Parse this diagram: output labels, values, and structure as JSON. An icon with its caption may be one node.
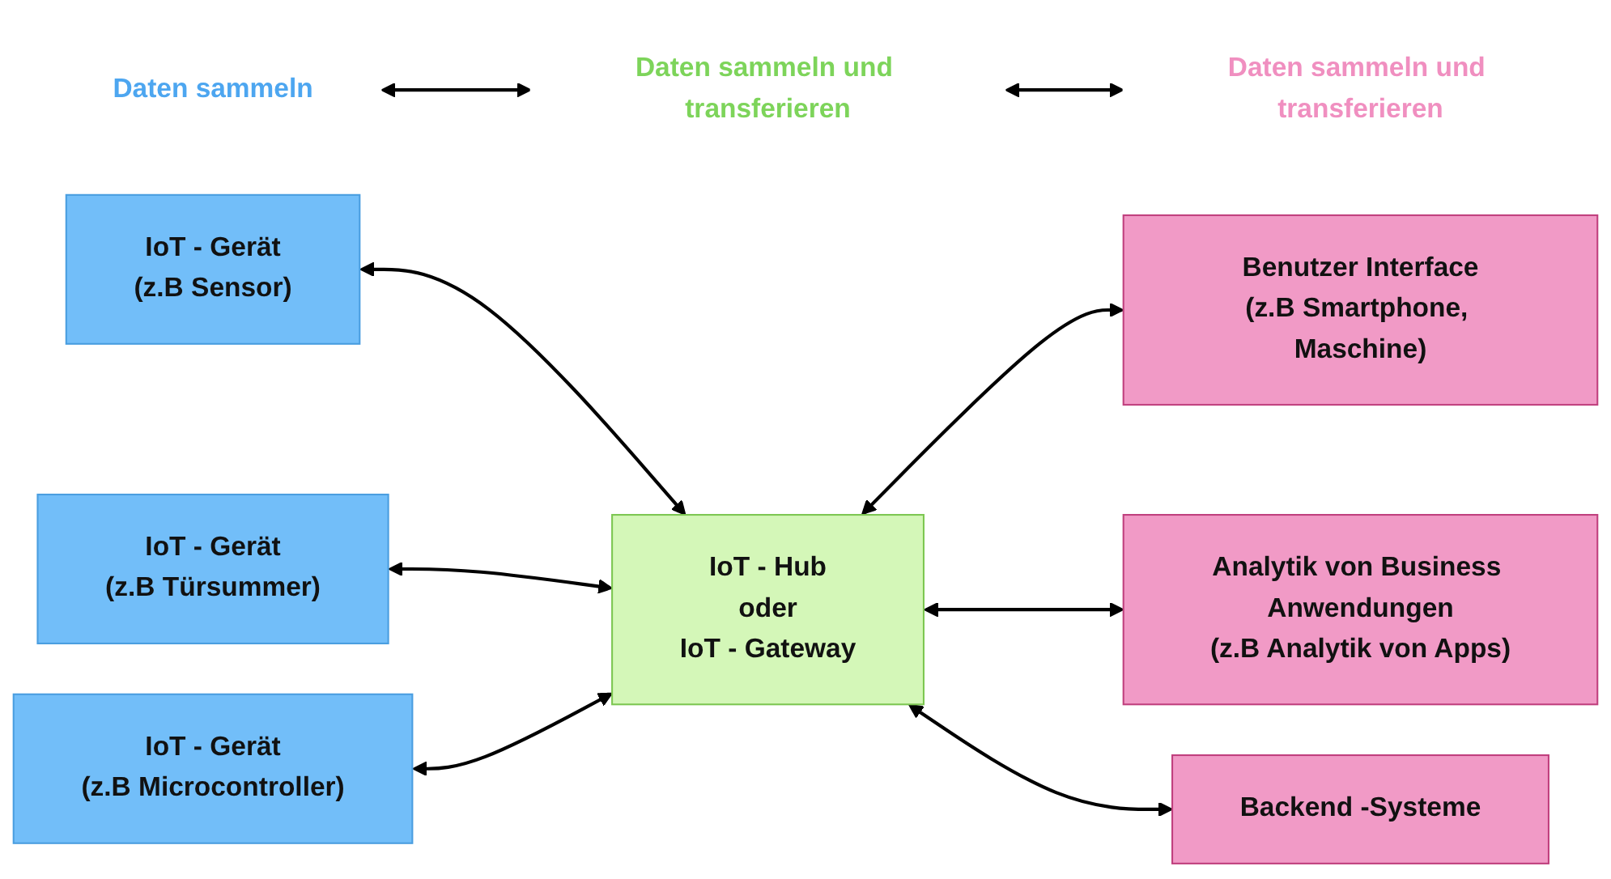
{
  "diagram": {
    "nodes": [
      {
        "text": [
          "Daten sammeln"
        ]
      },
      {
        "text": [
          "Daten sammeln und transferieren"
        ]
      },
      {
        "text": [
          "Daten sammeln und transferieren"
        ]
      },
      {
        "text": [
          "IoT - Gerät",
          "(z.B Sensor)"
        ]
      },
      {
        "text": [
          "IoT - Gerät",
          "(z.B Türsummer)"
        ]
      },
      {
        "text": [
          "IoT - Gerät",
          "(z.B Microcontroller)"
        ]
      },
      {
        "text": [
          "IoT - Hub",
          "oder",
          "IoT - Gateway"
        ]
      },
      {
        "text": [
          "Benutzer Interface",
          "(z.B Smartphone, Maschine)"
        ]
      },
      {
        "text": [
          "Analytik von Business Anwendungen",
          "(z.B Analytik von Apps)"
        ]
      },
      {
        "text": [
          "Backend -Systeme"
        ]
      }
    ],
    "edges": [
      {
        "from": 0,
        "to": 1,
        "arrow": "both"
      },
      {
        "from": 1,
        "to": 2,
        "arrow": "both"
      },
      {
        "from": 3,
        "to": 6,
        "arrow": "both"
      },
      {
        "from": 4,
        "to": 6,
        "arrow": "both"
      },
      {
        "from": 5,
        "to": 6,
        "arrow": "both"
      },
      {
        "from": 6,
        "to": 7,
        "arrow": "both"
      },
      {
        "from": 6,
        "to": 8,
        "arrow": "both"
      },
      {
        "from": 6,
        "to": 9,
        "arrow": "both"
      }
    ]
  }
}
